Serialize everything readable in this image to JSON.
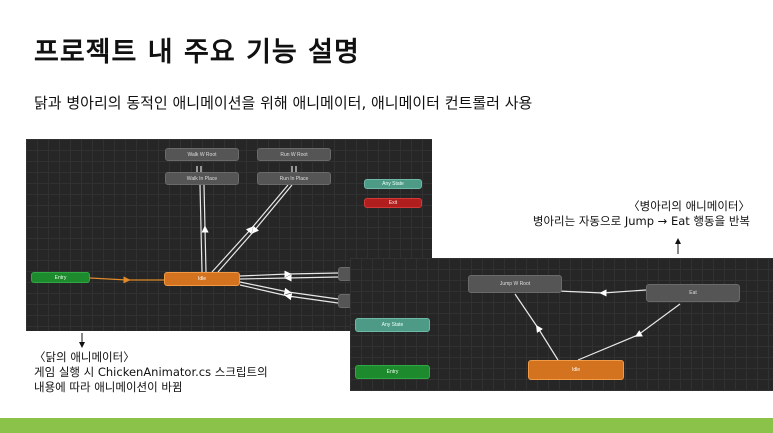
{
  "slide": {
    "title": "프로젝트 내 주요 기능 설명",
    "subtitle": "닭과 병아리의 동적인 애니메이션을 위해 애니메이터, 애니메이터 컨트롤러 사용"
  },
  "chicken_animator": {
    "nodes": {
      "walk_w_root": "Walk W Root",
      "run_w_root": "Run W Root",
      "walk_in_place": "Walk In Place",
      "run_in_place": "Run In Place",
      "any_state": "Any State",
      "exit": "Exit",
      "entry": "Entry",
      "idle": "Idle"
    },
    "caption_title": "〈닭의 애니메이터〉",
    "caption_line1": "게임 실행 시 ChickenAnimator.cs 스크립트의",
    "caption_line2": "내용에 따라 애니메이션이 바뀜"
  },
  "chick_animator": {
    "nodes": {
      "jump_w_root": "Jump W Root",
      "eat": "Eat",
      "any_state": "Any State",
      "entry": "Entry",
      "idle": "Idle"
    },
    "caption_title": "〈병아리의 애니메이터〉",
    "caption_line1": "병아리는 자동으로 Jump → Eat 행동을 반복"
  },
  "colors": {
    "state_gray": "#555555",
    "default_orange": "#d4731f",
    "entry_green": "#1e8a2e",
    "any_state_teal": "#4d9a86",
    "exit_red": "#b01e1e",
    "accent_bar": "#8bc34a"
  }
}
